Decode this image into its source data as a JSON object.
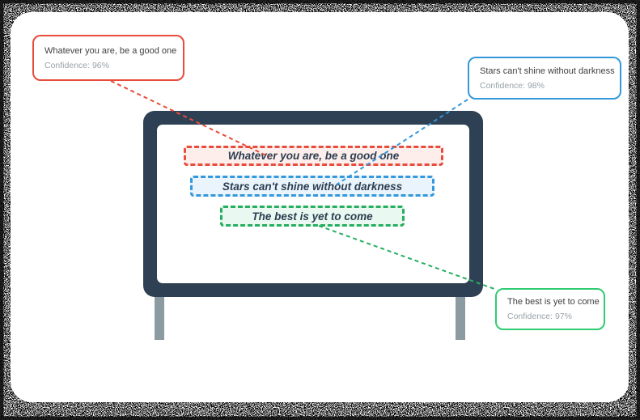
{
  "scene": {
    "description_colors": {
      "card_background": "#ffffff",
      "noise": "#000000",
      "billboard_frame": "#2e4053",
      "billboard_screen": "#ffffff",
      "billboard_legs": "#8c9ba1",
      "quote_text": "#2c3e50",
      "callout_title_text": "#404040",
      "callout_confidence_text": "#98a2a8"
    }
  },
  "detections": [
    {
      "quote": "Whatever you are, be a good one",
      "confidence": "Confidence: 96%",
      "color": "#e74c3c",
      "box_background": "#fdeeec"
    },
    {
      "quote": "Stars can't shine without darkness",
      "confidence": "Confidence: 98%",
      "color": "#3498db",
      "box_background": "#eaf4fc"
    },
    {
      "quote": "The best is yet to come",
      "confidence": "Confidence: 97%",
      "color": "#27ae60",
      "callout_border_color": "#2ecc71",
      "box_background": "#e9f8f0"
    }
  ]
}
